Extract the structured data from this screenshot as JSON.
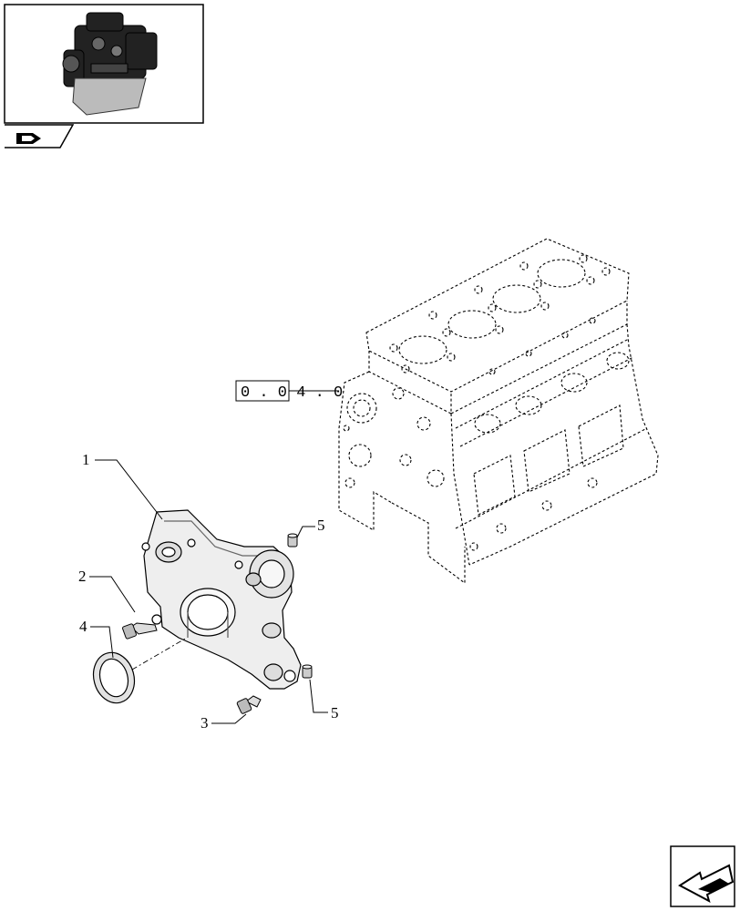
{
  "reference": {
    "text": "0 . 0 4 . 0"
  },
  "callouts": [
    {
      "number": "1",
      "part": "engine front cover"
    },
    {
      "number": "2",
      "part": "cover bolt"
    },
    {
      "number": "3",
      "part": "lower cover bolt"
    },
    {
      "number": "4",
      "part": "front crankshaft seal"
    },
    {
      "number": "5",
      "part": "dowel pin upper"
    },
    {
      "number": "5",
      "part": "dowel pin lower"
    }
  ],
  "icons": {
    "thumbnail": "engine-thumbnail-icon",
    "section": "section-arrow-icon",
    "navigation": "next-page-arrow-icon"
  }
}
